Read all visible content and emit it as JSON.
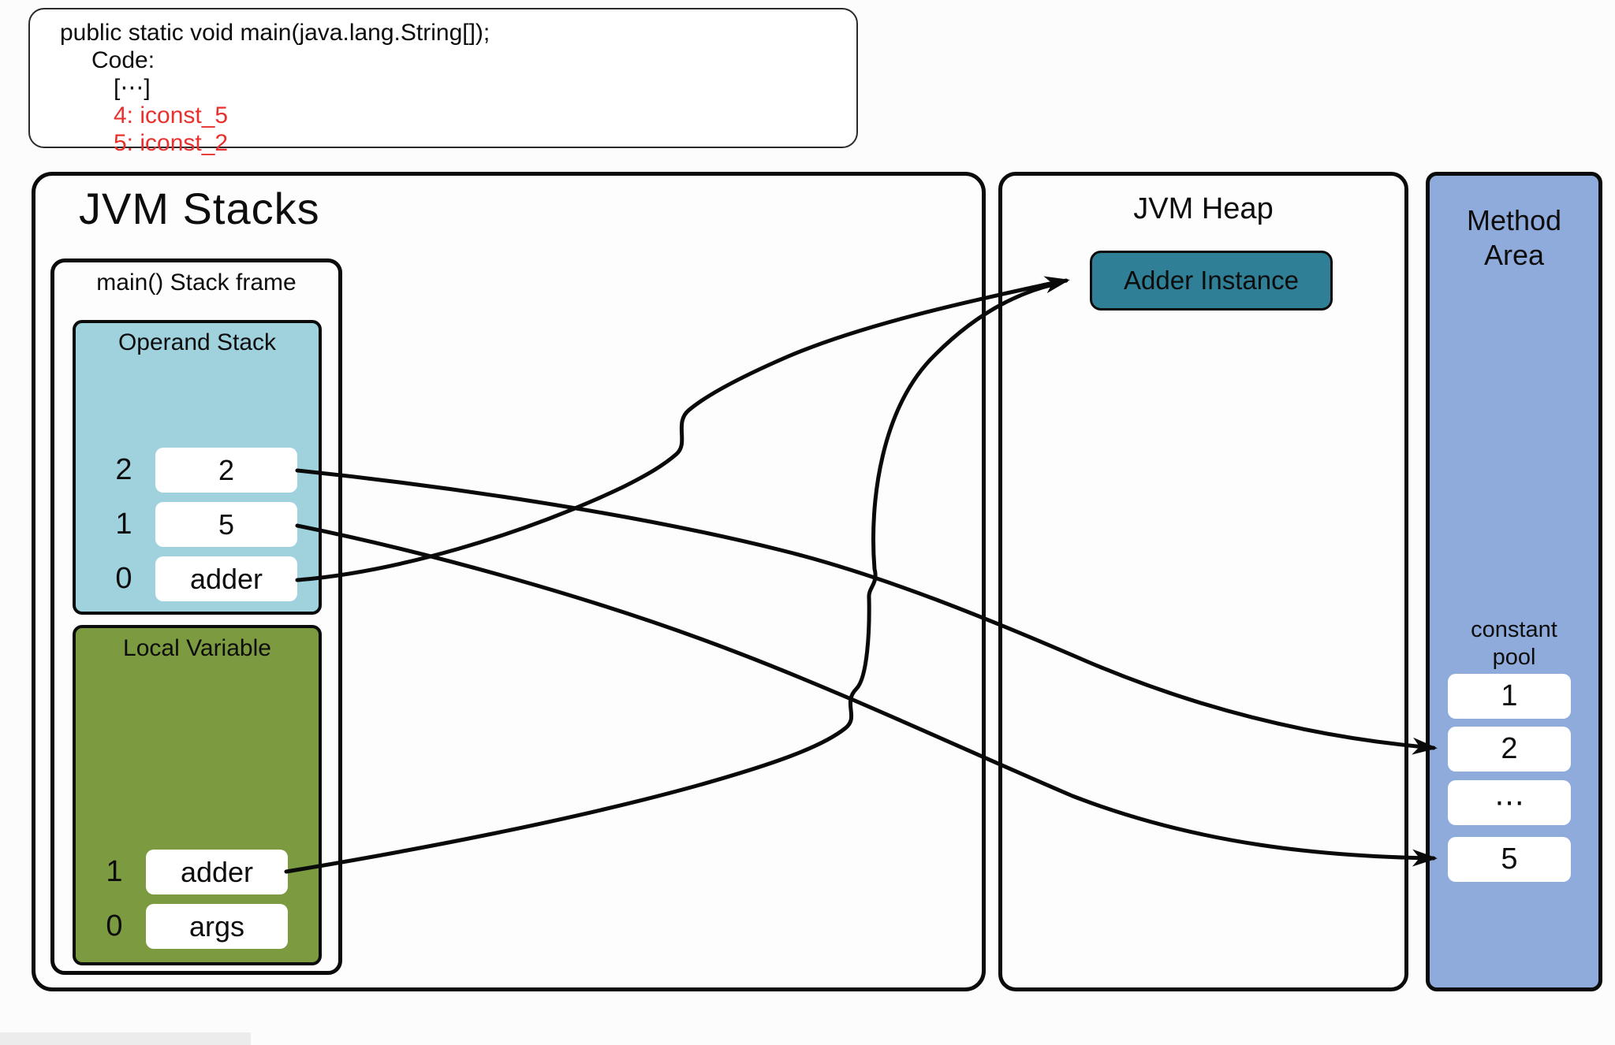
{
  "code_box": {
    "lines": [
      {
        "text": "public static void main(java.lang.String[]);"
      },
      {
        "text": "Code:"
      },
      {
        "text": "[⋯]"
      },
      {
        "text": "4: iconst_5"
      },
      {
        "text": "5: iconst_2"
      }
    ]
  },
  "jvm_stacks": {
    "title": "JVM Stacks",
    "stack_frame": {
      "title": "main() Stack frame",
      "operand_stack": {
        "title": "Operand Stack",
        "rows": [
          {
            "index": "2",
            "value": "2"
          },
          {
            "index": "1",
            "value": "5"
          },
          {
            "index": "0",
            "value": "adder"
          }
        ]
      },
      "local_variable": {
        "title": "Local Variable",
        "rows": [
          {
            "index": "1",
            "value": "adder"
          },
          {
            "index": "0",
            "value": "args"
          }
        ]
      }
    }
  },
  "jvm_heap": {
    "title": "JVM Heap",
    "instance_label": "Adder Instance"
  },
  "method_area": {
    "title_line1": "Method",
    "title_line2": "Area",
    "pool_label_line1": "constant",
    "pool_label_line2": "pool",
    "entries": [
      "1",
      "2",
      "⋯",
      "5"
    ]
  },
  "colors": {
    "operand_stack_fill": "#a0d2de",
    "local_variable_fill": "#7c9a40",
    "adder_instance_fill": "#2f7f97",
    "method_area_fill": "#8eabdb",
    "code_highlight_red": "#e8312e",
    "line_color": "#0a0a0a"
  }
}
